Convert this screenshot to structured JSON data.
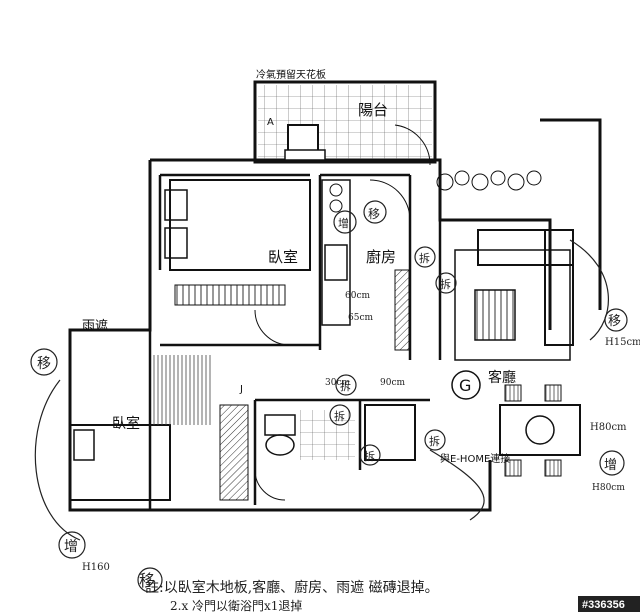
{
  "plan": {
    "top_label": "冷氣預留天花板",
    "rooms": {
      "balcony": "陽台",
      "bedroom_main": "臥室",
      "bedroom_left": "臥室",
      "kitchen": "廚房",
      "rain_shelter": "雨遮",
      "living_room": "客廳"
    },
    "device_label": "與E-HOME連接",
    "letters": {
      "A": "A",
      "G": "G",
      "J": "J"
    },
    "markers": [
      "移",
      "移",
      "移",
      "移",
      "拆",
      "拆",
      "拆",
      "拆",
      "拆",
      "拆",
      "增",
      "增",
      "增"
    ],
    "dimensions": {
      "d1": "H15cm",
      "d2": "H80cm",
      "d3": "H80cm",
      "d4": "H160",
      "d5": "30cm",
      "d6": "60cm",
      "d7": "65cm",
      "d8": "90cm"
    }
  },
  "notes": {
    "line1": "註:以臥室木地板,客廳、廚房、雨遮 磁磚退掉。",
    "line2": "2.x 冷門以衛浴門x1退掉"
  },
  "watermark": "#336356"
}
